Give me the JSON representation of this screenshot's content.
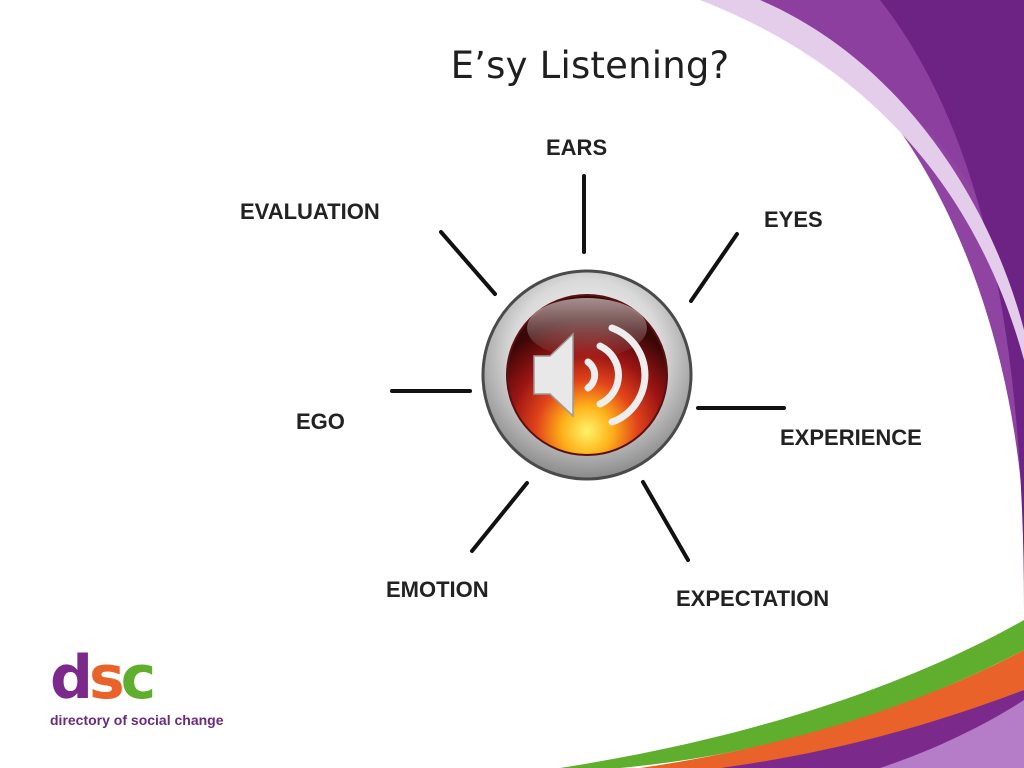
{
  "slide": {
    "title": "E’sy Listening?"
  },
  "diagram": {
    "center_icon": "speaker-volume-icon",
    "spokes": [
      {
        "id": "ears",
        "label": "EARS"
      },
      {
        "id": "eyes",
        "label": "EYES"
      },
      {
        "id": "experience",
        "label": "EXPERIENCE"
      },
      {
        "id": "expectation",
        "label": "EXPECTATION"
      },
      {
        "id": "emotion",
        "label": "EMOTION"
      },
      {
        "id": "ego",
        "label": "EGO"
      },
      {
        "id": "evaluation",
        "label": "EVALUATION"
      }
    ]
  },
  "logo": {
    "mark_d": "d",
    "mark_s": "s",
    "mark_c": "c",
    "tagline": "directory of social change"
  },
  "colors": {
    "purple": "#7b2a8c",
    "light_purple": "#b57cc8",
    "orange": "#e8622a",
    "green": "#5fae2e",
    "text": "#222222"
  }
}
